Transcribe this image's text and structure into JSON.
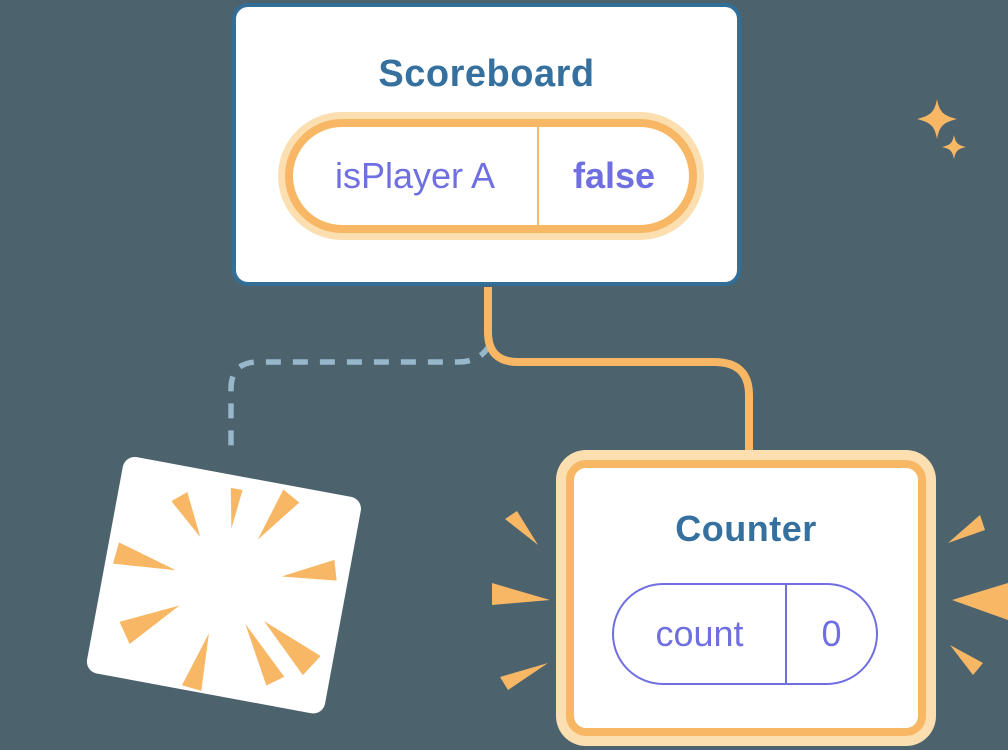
{
  "diagram": {
    "scoreboard_card": {
      "title": "Scoreboard",
      "state_pill": {
        "name": "isPlayer A",
        "value": "false"
      }
    },
    "counter_card": {
      "title": "Counter",
      "state_pill": {
        "name": "count",
        "value": "0"
      }
    },
    "destroyed_card": {
      "description": "blank component card with poof burst, tilted"
    },
    "icons": {
      "sparkles": "sparkles-icon",
      "poof": "poof-burst-icon",
      "emphasis_left": "burst-rays-left-icon",
      "emphasis_right": "burst-rays-right-icon"
    },
    "colors": {
      "background": "#4C636E",
      "card_fill": "#FFFFFF",
      "card_border_blue": "#326E95",
      "title_blue": "#35709E",
      "accent_orange": "#F8B764",
      "orange_glow": "#FBDFB1",
      "state_purple": "#6F6FE2",
      "dashed_connector": "#97B7CB"
    }
  }
}
